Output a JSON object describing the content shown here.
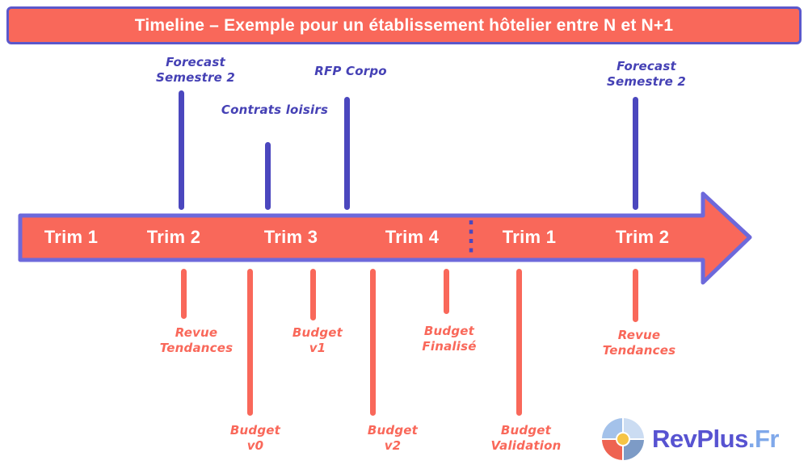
{
  "banner": {
    "title": "Timeline – Exemple pour un établissement hôtelier entre N et N+1"
  },
  "arrow": {
    "trims": [
      "Trim 1",
      "Trim 2",
      "Trim 3",
      "Trim 4",
      "Trim 1",
      "Trim 2"
    ]
  },
  "events_above": [
    {
      "line1": "Forecast",
      "line2": "Semestre 2"
    },
    {
      "line1": "Contrats loisirs",
      "line2": ""
    },
    {
      "line1": "RFP Corpo",
      "line2": ""
    },
    {
      "line1": "Forecast",
      "line2": "Semestre 2"
    }
  ],
  "events_below": [
    {
      "line1": "Revue",
      "line2": "Tendances"
    },
    {
      "line1": "Budget",
      "line2": "v0"
    },
    {
      "line1": "Budget",
      "line2": "v1"
    },
    {
      "line1": "Budget",
      "line2": "v2"
    },
    {
      "line1": "Budget",
      "line2": "Finalisé"
    },
    {
      "line1": "Budget",
      "line2": "Validation"
    },
    {
      "line1": "Revue",
      "line2": "Tendances"
    }
  ],
  "logo": {
    "brand": "RevPlus",
    "tld": ".Fr"
  },
  "colors": {
    "coral": "#F9685A",
    "banner_border": "#5B58CB",
    "arrow_border": "#6D69DB",
    "event_blue": "#4541B5",
    "line_blue": "#4B47BE"
  }
}
